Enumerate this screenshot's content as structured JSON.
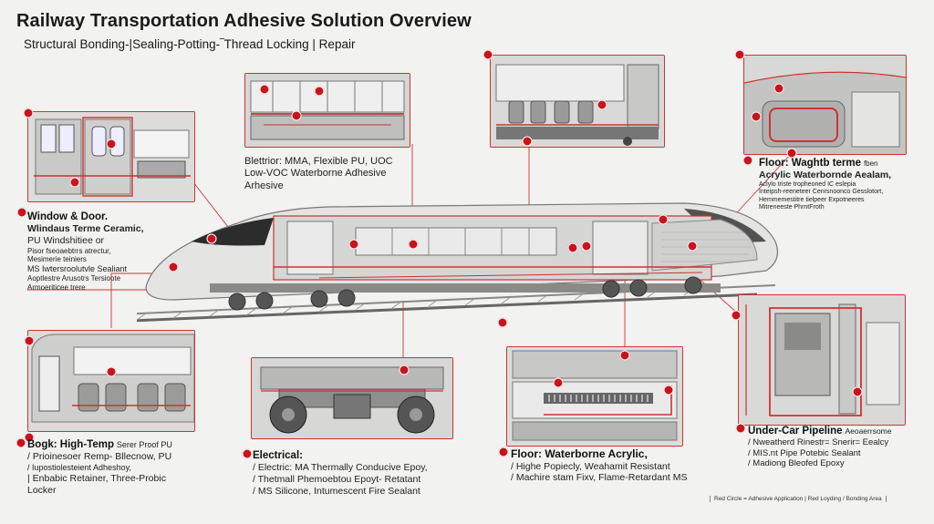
{
  "header": {
    "title": "Railway Transportation Adhesive Solution Overview",
    "subtitle": "Structural Bonding-|Sealing-Potting-‾Thread Locking | Repair"
  },
  "callouts": {
    "top_center": {
      "lines": [
        "Blettrior: MMA, Flexible PU, UOC",
        "Low-VOC Waterborne Adhesive",
        "Arhesive"
      ]
    },
    "left_window": {
      "heading": "Window & Door.",
      "lines": [
        "Wlindaus Terme Ceramic,",
        "PU Windshitiee or",
        "Pisor fseoaebtrrs atrectur,",
        "Mesimerie teiniers",
        "MS Iwtersroolutvle Sealiant",
        "Aoptlestre Arusotrs Tersioote",
        "Armoeriticee trere"
      ]
    },
    "right_floor": {
      "heading": "Floor: Waghtb terme",
      "heading_suffix": "fben",
      "line2": "Acrylic Waterbornde Aealam,",
      "lines": [
        "Aclylo triste tropheoned IC eslepia",
        "Inteipsh-reeneteer Cenrsnoonco Gesslotort,",
        "Hemmemestitre tielpeer Expotneeres",
        "Mitreneeste PhrntFroth"
      ]
    },
    "bottom_left": {
      "heading": "Bogk: High-Temp",
      "heading_suffix": "Serer Proof PU",
      "lines": [
        "/  Prioinesoer Remp- Bllecnow, PU",
        "/  Iupostiolesteient Adheshoy,",
        "|  Enbabic Retainer, Three-Probic",
        "Locker"
      ]
    },
    "bottom_center": {
      "heading": "Electrical:",
      "lines": [
        "/  Electric: MA Thermally Conducive Epoy,",
        "/  Thetmall Phemoebtou  Epoyt- Retatant",
        "/  MS Silicone, Intumescent Fire Sealant"
      ]
    },
    "bottom_center_right": {
      "heading": "Floor: Waterborne Acrylic,",
      "lines": [
        "/  Highe Popiecly, Weahamit Resistant",
        "/  Machire stam Fixv, Flame-Retardant MS"
      ]
    },
    "bottom_right": {
      "heading": "Under-Car Pipeline",
      "heading_suffix": "Aeoaerrsome",
      "lines": [
        "/  Nweatherd Rinestr= Snerir= Eealcy",
        "/  MIS.nt Pipe Potebic Sealant",
        "/  Madiong Bleofed Epoxy"
      ]
    }
  },
  "legend": "Red Circle = Adhesive Application | Red Loyding / Bonding Area",
  "colors": {
    "accent": "#c8141c",
    "background": "#f2f2f1",
    "panel_border": "#cc3333"
  }
}
